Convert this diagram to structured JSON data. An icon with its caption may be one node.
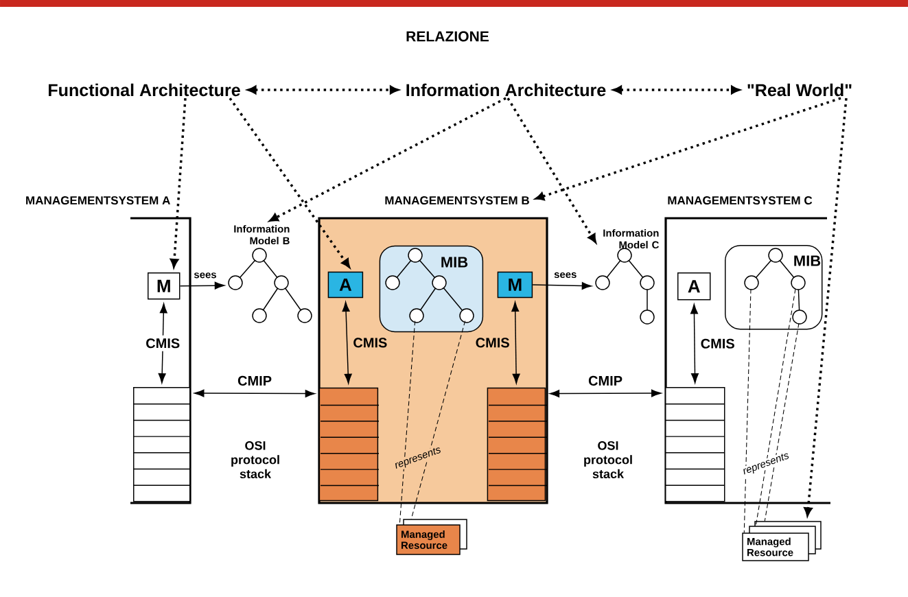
{
  "diagram": {
    "title": "RELAZIONE",
    "nodes": [
      {
        "text": [
          "Functional Architecture"
        ]
      },
      {
        "text": [
          "Information Architecture"
        ]
      },
      {
        "text": [
          "\"Real World\""
        ]
      },
      {
        "text": [
          "MANAGEMENTSYSTEM A"
        ]
      },
      {
        "text": [
          "MANAGEMENTSYSTEM B"
        ]
      },
      {
        "text": [
          "MANAGEMENTSYSTEM C"
        ]
      },
      {
        "text": [
          "M"
        ],
        "in": 3
      },
      {
        "text": [],
        "shape": "box",
        "in": 3
      },
      {
        "text": [
          "Information Model B"
        ]
      },
      {
        "text": [
          "A"
        ],
        "in": 4
      },
      {
        "text": [
          "MIB"
        ],
        "in": 4
      },
      {
        "text": [
          "M"
        ],
        "in": 4
      },
      {
        "text": [],
        "shape": "box",
        "in": 4
      },
      {
        "text": [],
        "shape": "box",
        "in": 4
      },
      {
        "text": [
          "Information Model C"
        ]
      },
      {
        "text": [
          "A"
        ],
        "in": 5
      },
      {
        "text": [
          "MIB"
        ],
        "in": 5
      },
      {
        "text": [],
        "shape": "box",
        "in": 5
      },
      {
        "text": [
          "Managed Resource"
        ]
      },
      {
        "text": [
          "Managed Resource"
        ]
      }
    ],
    "edges": [
      {
        "from": 0,
        "to": 1,
        "arrow": "both",
        "style": "dashed"
      },
      {
        "from": 1,
        "to": 2,
        "arrow": "both",
        "style": "dashed"
      },
      {
        "from": 0,
        "to": 6,
        "arrow": "to",
        "style": "dashed"
      },
      {
        "from": 0,
        "to": 9,
        "arrow": "to",
        "style": "dashed"
      },
      {
        "from": 1,
        "to": 8,
        "arrow": "to",
        "style": "dashed"
      },
      {
        "from": 1,
        "to": 14,
        "arrow": "to",
        "style": "dashed"
      },
      {
        "from": 2,
        "to": 4,
        "arrow": "to",
        "style": "dashed"
      },
      {
        "from": 2,
        "to": 19,
        "arrow": "to",
        "style": "dashed"
      },
      {
        "from": 6,
        "to": 8,
        "arrow": "to",
        "label": "sees"
      },
      {
        "from": 11,
        "to": 14,
        "arrow": "to",
        "label": "sees"
      },
      {
        "from": 6,
        "to": 7,
        "arrow": "both",
        "label": "CMIS"
      },
      {
        "from": 9,
        "to": 12,
        "arrow": "both",
        "label": "CMIS"
      },
      {
        "from": 11,
        "to": 13,
        "arrow": "both",
        "label": "CMIS"
      },
      {
        "from": 15,
        "to": 17,
        "arrow": "both",
        "label": "CMIS"
      },
      {
        "from": 7,
        "to": 12,
        "arrow": "both",
        "label": "CMIP"
      },
      {
        "from": 13,
        "to": 17,
        "arrow": "both",
        "label": "CMIP"
      },
      {
        "from": 10,
        "to": 18,
        "arrow": "none",
        "style": "dashed",
        "label": "represents"
      },
      {
        "from": 10,
        "to": 18,
        "arrow": "none",
        "style": "dashed"
      },
      {
        "from": 16,
        "to": 19,
        "arrow": "none",
        "style": "dashed"
      },
      {
        "from": 16,
        "to": 19,
        "arrow": "none",
        "style": "dashed",
        "label": "represents"
      },
      {
        "from": 16,
        "to": 19,
        "arrow": "none",
        "style": "dashed"
      }
    ],
    "labels": [
      "OSI protocol stack",
      "OSI protocol stack"
    ]
  }
}
